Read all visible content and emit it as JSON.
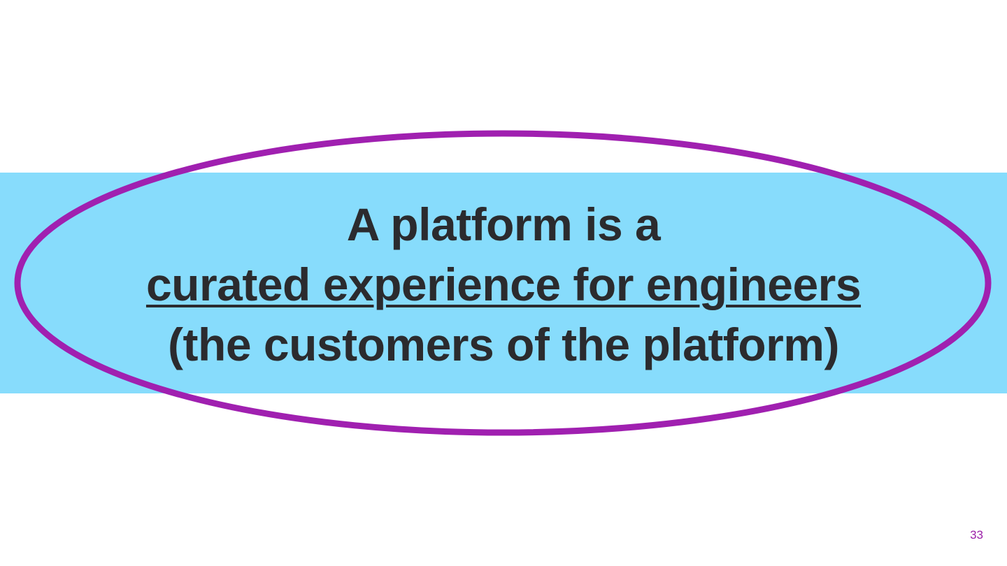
{
  "slide": {
    "line1": "A platform is a",
    "line2": "curated experience for engineers",
    "line3": "(the customers of the platform)",
    "page_number": "33"
  },
  "colors": {
    "band": "#87dcfc",
    "ellipse_stroke": "#a020b0",
    "text": "#2b2b2e",
    "page_number": "#9b1fa8"
  }
}
